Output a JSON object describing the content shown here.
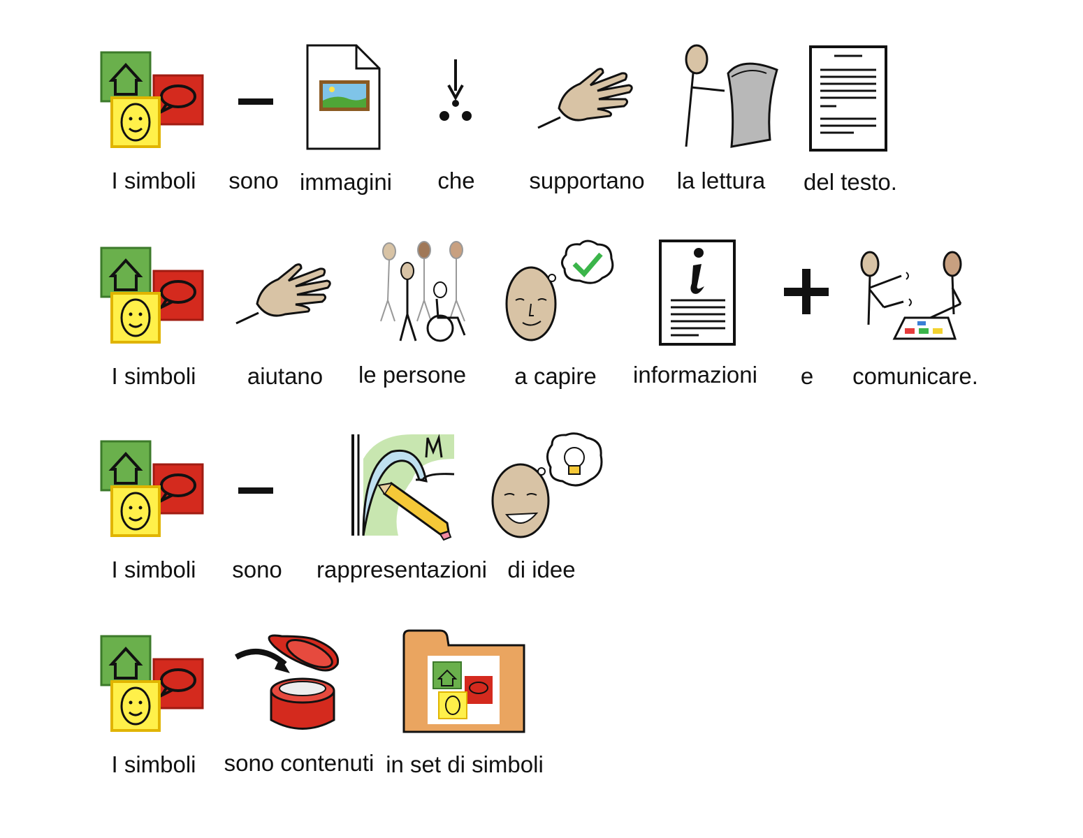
{
  "rows": [
    {
      "words": [
        "I simboli",
        "sono",
        "immagini",
        "che",
        "supportano",
        "la lettura",
        "del testo."
      ]
    },
    {
      "words": [
        "I simboli",
        "aiutano",
        "le persone",
        "a capire",
        "informazioni",
        "e",
        "comunicare."
      ]
    },
    {
      "words": [
        "I simboli",
        "sono",
        "rappresentazioni",
        "di idee"
      ]
    },
    {
      "words": [
        "I simboli",
        "sono contenuti",
        "in set di simboli"
      ]
    }
  ],
  "colors": {
    "green": "#6ab04c",
    "red": "#d42a1e",
    "yellow": "#fff04a",
    "skin": "#d8c3a5",
    "text": "#111111"
  }
}
